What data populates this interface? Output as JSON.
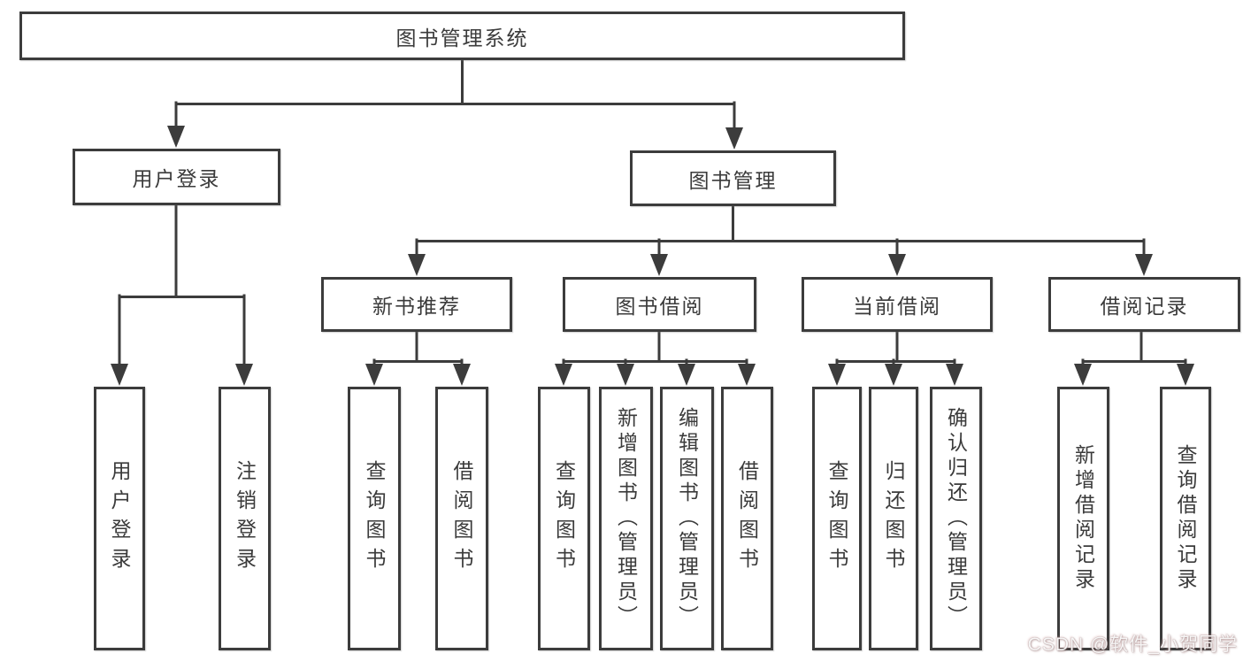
{
  "diagram": {
    "title": "图书管理系统",
    "root": {
      "label": "图书管理系统"
    },
    "level2": [
      {
        "id": "user-login",
        "label": "用户登录"
      },
      {
        "id": "book-management",
        "label": "图书管理"
      }
    ],
    "level3": [
      {
        "id": "new-book-recommend",
        "label": "新书推荐",
        "parent": "图书管理"
      },
      {
        "id": "book-borrowing",
        "label": "图书借阅",
        "parent": "图书管理"
      },
      {
        "id": "current-borrowing",
        "label": "当前借阅",
        "parent": "图书管理"
      },
      {
        "id": "borrowing-records",
        "label": "借阅记录",
        "parent": "图书管理"
      }
    ],
    "leaves": [
      {
        "label": "用户登录",
        "parent": "用户登录"
      },
      {
        "label": "注销登录",
        "parent": "用户登录"
      },
      {
        "label": "查询图书",
        "parent": "新书推荐"
      },
      {
        "label": "借阅图书",
        "parent": "新书推荐"
      },
      {
        "label": "查询图书",
        "parent": "图书借阅"
      },
      {
        "label": "新增图书（管理员）",
        "parent": "图书借阅"
      },
      {
        "label": "编辑图书（管理员）",
        "parent": "图书借阅"
      },
      {
        "label": "借阅图书",
        "parent": "图书借阅"
      },
      {
        "label": "查询图书",
        "parent": "当前借阅"
      },
      {
        "label": "归还图书",
        "parent": "当前借阅"
      },
      {
        "label": "确认归还（管理员）",
        "parent": "当前借阅"
      },
      {
        "label": "新增借阅记录",
        "parent": "借阅记录"
      },
      {
        "label": "查询借阅记录",
        "parent": "借阅记录"
      }
    ]
  },
  "watermark": {
    "text": "CSDN @软件_小贺同学"
  },
  "colors": {
    "background": "#ffffff",
    "box_fill": "#ffffff",
    "box_border": "#3c3c3c",
    "line": "#3c3c3c",
    "text": "#3b3b3b",
    "watermark_fill": "#ffffff",
    "watermark_edge": "#9b8383"
  }
}
